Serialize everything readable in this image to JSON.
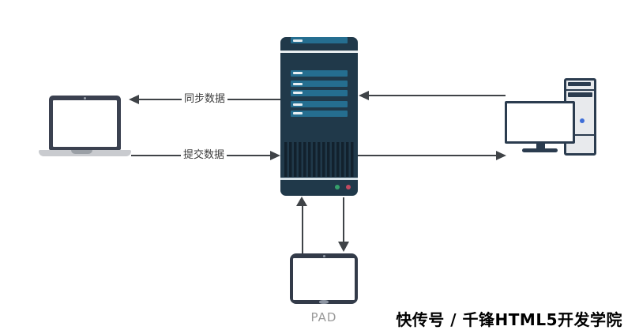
{
  "diagram": {
    "title": "client-server data sync architecture",
    "nodes": {
      "laptop": {
        "type": "laptop"
      },
      "server": {
        "type": "server-tower",
        "leds": [
          "green",
          "red"
        ]
      },
      "desktop": {
        "type": "desktop-pc"
      },
      "tablet": {
        "type": "tablet",
        "label": "PAD"
      }
    },
    "edges": {
      "sync": {
        "from": "server",
        "to": "laptop",
        "label": "同步数据"
      },
      "submit": {
        "from": "laptop",
        "to": "server",
        "label": "提交数据"
      },
      "desktop_to_server": {
        "from": "desktop",
        "to": "server",
        "label": ""
      },
      "server_to_desktop": {
        "from": "server",
        "to": "desktop",
        "label": ""
      },
      "tablet_to_server": {
        "from": "tablet",
        "to": "server",
        "label": ""
      },
      "server_to_tablet": {
        "from": "server",
        "to": "tablet",
        "label": ""
      }
    },
    "colors": {
      "background": "#ffffff",
      "connector_line": "#3f4347",
      "edge_label_text": "#3c3c3c",
      "server_body": "#20394a",
      "server_bar": "#256e90",
      "server_stripe": "#e7edf0",
      "led_green": "#36a06b",
      "led_red": "#c14a60",
      "device_frame_dark": "#3b4150",
      "desktop_frame": "#2b3c4f",
      "tower_fill": "#e8eaed",
      "power_button": "#3e6ed8",
      "laptop_base": "#c9cbcf",
      "pad_label_text": "#9a9a9a",
      "watermark_text": "#000000"
    }
  },
  "watermark": {
    "text": "快传号 / 千锋HTML5开发学院"
  }
}
